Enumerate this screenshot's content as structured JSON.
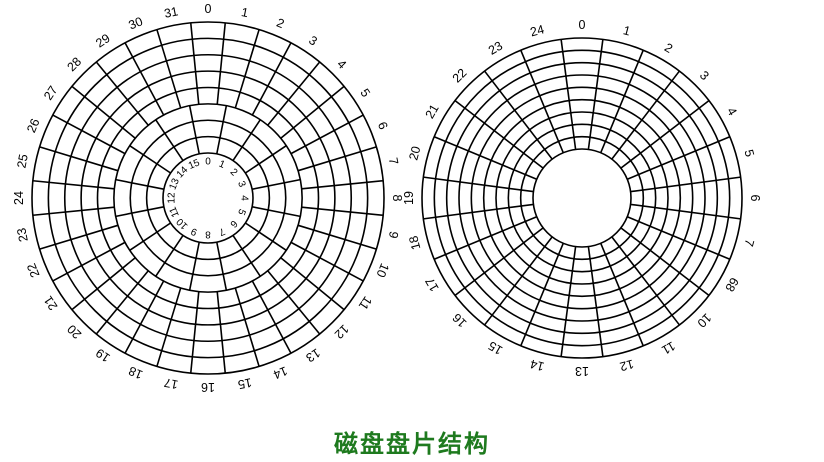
{
  "caption": "磁盘盘片结构",
  "platter_a": {
    "outer_sectors": [
      "0",
      "1",
      "2",
      "3",
      "4",
      "5",
      "6",
      "7",
      "8",
      "9",
      "10",
      "11",
      "12",
      "13",
      "14",
      "15",
      "16",
      "17",
      "18",
      "19",
      "20",
      "21",
      "22",
      "23",
      "24",
      "25",
      "26",
      "27",
      "28",
      "29",
      "30",
      "31"
    ],
    "inner_sectors": [
      "0",
      "1",
      "2",
      "3",
      "4",
      "5",
      "6",
      "7",
      "8",
      "9",
      "10",
      "11",
      "12",
      "13",
      "14",
      "15"
    ],
    "track_count": 8,
    "inner_zone_tracks": 3
  },
  "platter_b": {
    "sectors": [
      "0",
      "1",
      "2",
      "3",
      "4",
      "5",
      "6",
      "7",
      "68",
      "10",
      "11",
      "12",
      "13",
      "14",
      "15",
      "16",
      "17",
      "18",
      "19",
      "20",
      "21",
      "22",
      "23",
      "24"
    ],
    "track_count": 9
  }
}
